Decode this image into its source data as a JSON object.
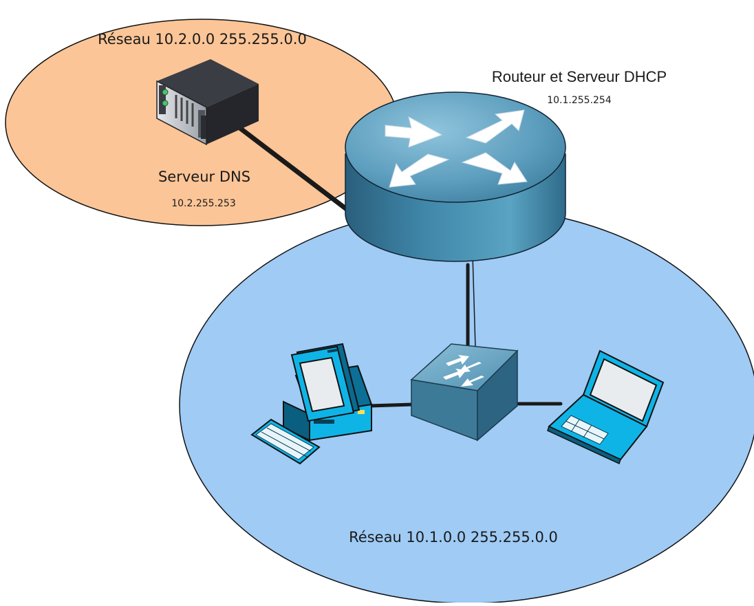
{
  "colors": {
    "network_top_fill": "#fbc597",
    "network_bottom_fill": "#9fcbf5",
    "device_blue": "#3b7fa0",
    "endpoint_cyan": "#0fb4e6",
    "link": "#1a1a1a"
  },
  "networks": {
    "top": {
      "label": "Réseau 10.2.0.0 255.255.0.0"
    },
    "bottom": {
      "label": "Réseau 10.1.0.0 255.255.0.0"
    }
  },
  "devices": {
    "router": {
      "name": "Routeur et Serveur DHCP",
      "ip": "10.1.255.254",
      "icon": "router-icon"
    },
    "dns_server": {
      "name": "Serveur DNS",
      "ip": "10.2.255.253",
      "icon": "server-icon"
    },
    "switch": {
      "icon": "switch-icon"
    },
    "desktop": {
      "icon": "desktop-computer-icon"
    },
    "laptop": {
      "icon": "laptop-icon"
    }
  },
  "links": [
    {
      "from": "dns_server",
      "to": "router"
    },
    {
      "from": "router",
      "to": "switch"
    },
    {
      "from": "switch",
      "to": "desktop"
    },
    {
      "from": "switch",
      "to": "laptop"
    }
  ]
}
